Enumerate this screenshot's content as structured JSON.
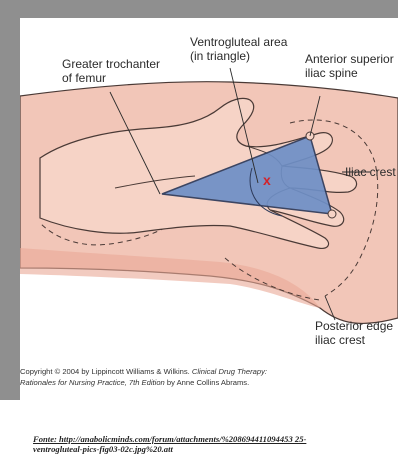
{
  "labels": {
    "greater_trochanter": "Greater trochanter\nof femur",
    "ventrogluteal": "Ventrogluteal area\n(in triangle)",
    "anterior_iliac_spine": "Anterior superior\niliac spine",
    "iliac_crest": "Iliac crest",
    "posterior_edge": "Posterior edge\niliac crest",
    "injection_mark": "x"
  },
  "copyright": {
    "line1_plain": "Copyright © 2004 by Lippincott Williams & Wilkins. ",
    "line1_italic": "Clinical Drug Therapy:",
    "line2_italic": "Rationales for Nursing Practice, 7th Edition",
    "line2_plain": " by Anne Collins Abrams."
  },
  "source": {
    "label": "Fonte: http://anabolicminds.com/forum/attachments/%208694411094453 25-",
    "label2": "ventrogluteal-pics-fig03-02c.jpg%20.att"
  },
  "colors": {
    "skin": "#f2c6b8",
    "skin_shadow": "#e9a896",
    "triangle": "#6e8fc6",
    "outline": "#4a3a36",
    "frame_gray": "#8f8f8f",
    "mark_red": "#d2232a"
  }
}
